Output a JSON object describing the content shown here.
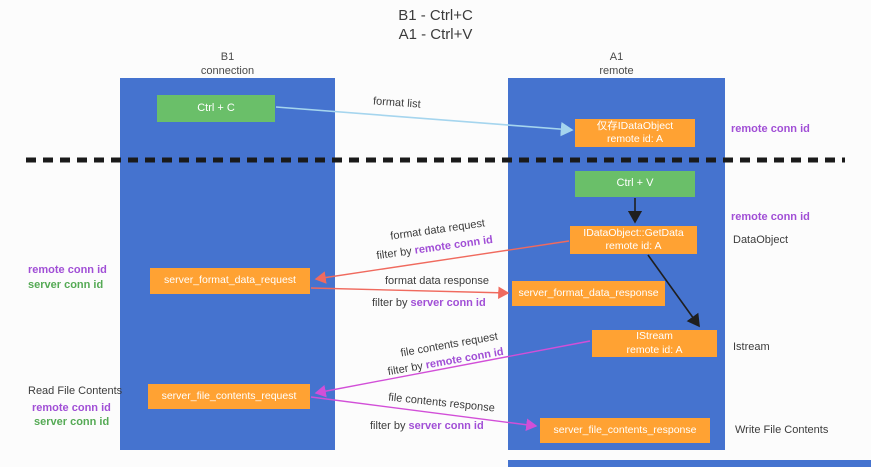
{
  "colors": {
    "lane": "#4573cf",
    "green": "#6abf69",
    "orange": "#ffa233",
    "arrow_blue": "#a5d5ee",
    "arrow_black": "#1f1f1f",
    "arrow_red": "#f06a5e",
    "arrow_magenta": "#d24fd8",
    "purple": "#a14fd6",
    "green_text": "#55aa55"
  },
  "title": {
    "line1": "B1 - Ctrl+C",
    "line2": "A1 - Ctrl+V"
  },
  "lanes": {
    "left": {
      "title": "B1",
      "subtitle": "connection"
    },
    "right": {
      "title": "A1",
      "subtitle": "remote"
    }
  },
  "nodes": {
    "ctrl_c": {
      "label": "Ctrl + C"
    },
    "idataobject_store": {
      "line1": "仅存IDataObject",
      "line2": "remote id: A"
    },
    "ctrl_v": {
      "label": "Ctrl + V"
    },
    "getdata": {
      "line1": "IDataObject::GetData",
      "line2": "remote id: A"
    },
    "format_request": {
      "label": "server_format_data_request"
    },
    "format_response": {
      "label": "server_format_data_response"
    },
    "istream": {
      "line1": "IStream",
      "line2": "remote id: A"
    },
    "file_request": {
      "label": "server_file_contents_request"
    },
    "file_response": {
      "label": "server_file_contents_response"
    }
  },
  "edge_labels": {
    "format_list": "format list",
    "format_data_request": "format data request",
    "format_data_response": "format data response",
    "file_contents_request": "file contents request",
    "file_contents_response": "file contents response",
    "filter_by": "filter by ",
    "remote_conn_id": "remote conn id",
    "server_conn_id": "server conn id"
  },
  "side_labels": {
    "remote_conn_id_right_top": "remote conn id",
    "remote_conn_id_right_mid": "remote conn id",
    "dataobject": "DataObject",
    "istream": "Istream",
    "write_file_contents": "Write File Contents",
    "remote_conn_id_left_top": "remote conn id",
    "server_conn_id_left_top": "server conn id",
    "read_file_contents": "Read File Contents",
    "remote_conn_id_left_bottom": "remote conn id",
    "server_conn_id_left_bottom": "server conn id"
  }
}
